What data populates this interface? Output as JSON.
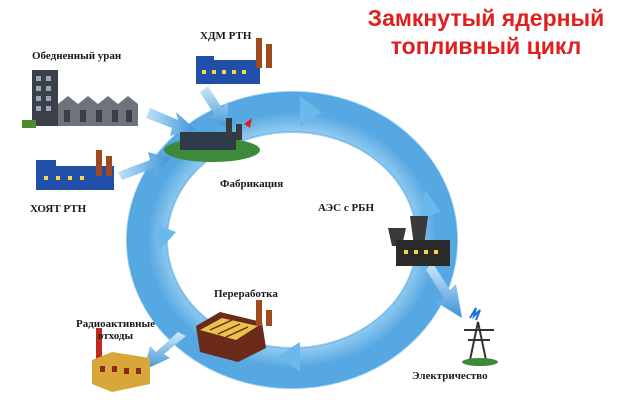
{
  "title": {
    "line1": "Замкнутый ядерный",
    "line2": "топливный цикл"
  },
  "labels": {
    "depleted_uranium": "Обедненный уран",
    "hdm_rtn": "ХДМ  РТН",
    "hoyat_rtn": "ХОЯТ РТН",
    "fabrication": "Фабрикация",
    "npp_fast_reactor": "АЭС с РБН",
    "reprocessing": "Переработка",
    "radioactive_waste_line1": "Радиоактивные",
    "radioactive_waste_line2": "отходы",
    "electricity": "Электричество"
  },
  "colors": {
    "title": "#e0201f",
    "cycle_ring": "#9fd3f2",
    "cycle_ring_dark": "#3d9bd9",
    "factory_blue": "#1f4fa8",
    "chimney": "#a04a22",
    "arrow": "#4aa3e6"
  }
}
